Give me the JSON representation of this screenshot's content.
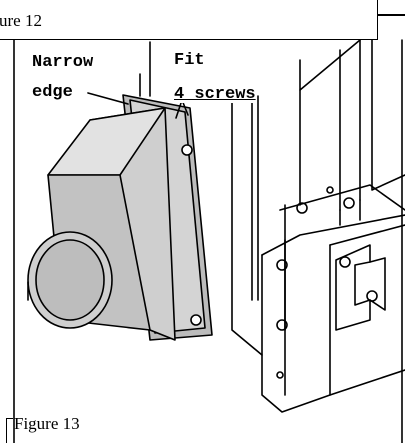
{
  "figure12": {
    "caption": "ure 12"
  },
  "figure13": {
    "caption": "Figure 13"
  },
  "labels": {
    "narrow": "Narrow",
    "edge": "edge",
    "fit": "Fit",
    "screws": "4 screws"
  }
}
